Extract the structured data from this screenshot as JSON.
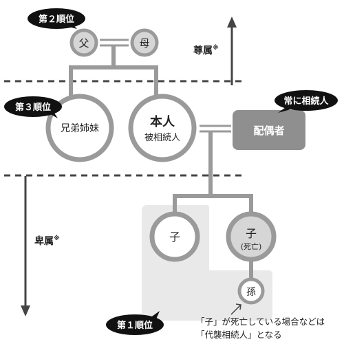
{
  "persons": {
    "father": "父",
    "mother": "母",
    "siblings": "兄弟姉妹",
    "self_main": "本人",
    "self_sub": "被相続人",
    "spouse": "配偶者",
    "child1": "子",
    "child2_main": "子",
    "child2_sub": "(死亡)",
    "grandchild": "孫"
  },
  "badges": {
    "rank2": "第２順位",
    "rank3": "第３順位",
    "always": "常に相続人",
    "rank1": "第１順位"
  },
  "axis": {
    "ascendant": "尊属",
    "ascendant_note": "※",
    "descendant": "卑属",
    "descendant_note": "※"
  },
  "note": {
    "line1": "「子」が死亡している場合などは",
    "line2": "「代襲相続人」となる"
  },
  "colors": {
    "line": "#9a9a9a",
    "circle_fill": "#ffffff",
    "small_circle_fill": "#d6d6d6",
    "spouse_box": "#8f8f8f",
    "highlight_area": "#e9e9e9",
    "badge": "#111111",
    "dark_text": "#222222"
  }
}
